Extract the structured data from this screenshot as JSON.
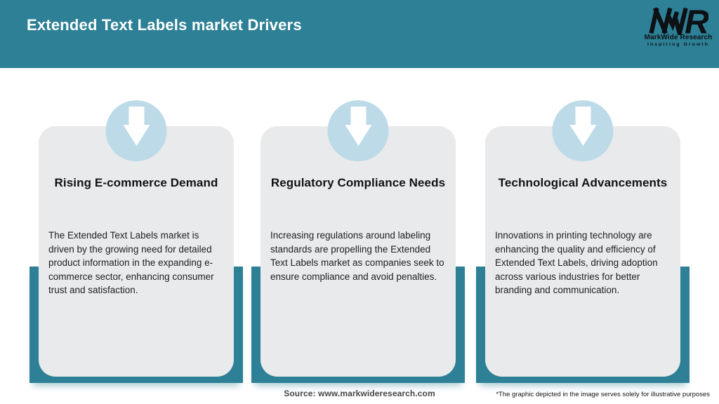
{
  "page": {
    "accent_teal": "#2E8096",
    "circle_blue": "#BCDAE7",
    "card_gray": "#E8EAEB",
    "background": "#ffffff"
  },
  "header": {
    "title": "Extended Text Labels market Drivers",
    "logo": {
      "mark": "MWR",
      "name": "MarkWide Research",
      "tagline": "Inspiring Growth"
    }
  },
  "cards": [
    {
      "icon": "down-arrow-icon",
      "title": "Rising E-commerce Demand",
      "body": "The Extended Text Labels market is driven by the growing need for detailed product information in the expanding e-commerce sector, enhancing consumer trust and satisfaction."
    },
    {
      "icon": "down-arrow-icon",
      "title": "Regulatory Compliance Needs",
      "body": "Increasing regulations around labeling standards are propelling the Extended Text Labels market as companies seek to ensure compliance and avoid penalties."
    },
    {
      "icon": "down-arrow-icon",
      "title": "Technological Advancements",
      "body": "Innovations in printing technology are enhancing the quality and efficiency of Extended Text Labels, driving adoption across various industries for better branding and communication."
    }
  ],
  "footer": {
    "source": "Source: www.markwideresearch.com",
    "disclaimer": "*The graphic depicted in the image serves solely for illustrative purposes"
  }
}
